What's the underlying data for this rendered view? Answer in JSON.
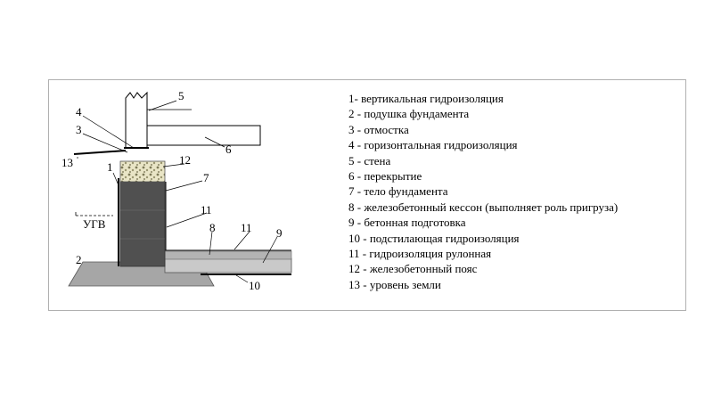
{
  "legend": [
    "1- вертикальная гидроизоляция",
    "2 - подушка фундамента",
    "3 - отмостка",
    "4 - горизонтальная гидроизоляция",
    "5 - стена",
    "6 - перекрытие",
    "7 - тело фундамента",
    "8 - железобетонный кессон (выполняет роль пригруза)",
    "9 - бетонная подготовка",
    "10 - подстилающая гидроизоляция",
    "11 - гидроизоляция рулонная",
    "12 - железобетонный пояс",
    "13 - уровень земли"
  ],
  "callouts": {
    "n1": "1",
    "n2": "2",
    "n3": "3",
    "n4": "4",
    "n5": "5",
    "n6": "6",
    "n7": "7",
    "n8": "8",
    "n9": "9",
    "n10": "10",
    "n11a": "11",
    "n11b": "11",
    "n12": "12",
    "n13": "13"
  },
  "groundwater_label": "УГВ"
}
